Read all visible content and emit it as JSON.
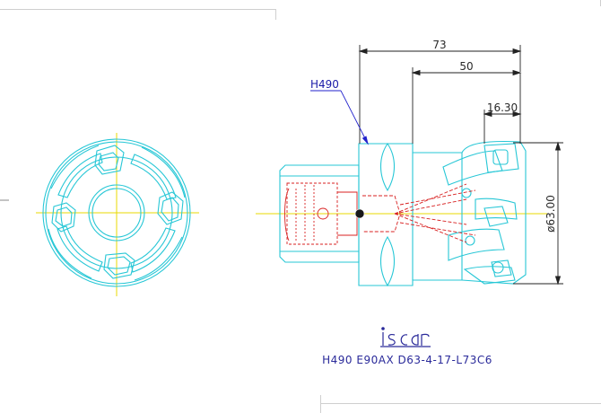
{
  "drawing": {
    "part_label": "H490",
    "dimensions": {
      "overall_length": "73",
      "body_length": "50",
      "insert_offset": "16.30",
      "diameter": "ø63.00"
    },
    "logo_text": "iscar",
    "caption": "H490 E90AX D63-4-17-L73C6"
  },
  "colors": {
    "outline": "#27c7d6",
    "center_line": "#e8d800",
    "shank_detail": "#d82020",
    "dimension": "#222222",
    "leader": "#2222cc",
    "frame": "#c8c8c8"
  }
}
